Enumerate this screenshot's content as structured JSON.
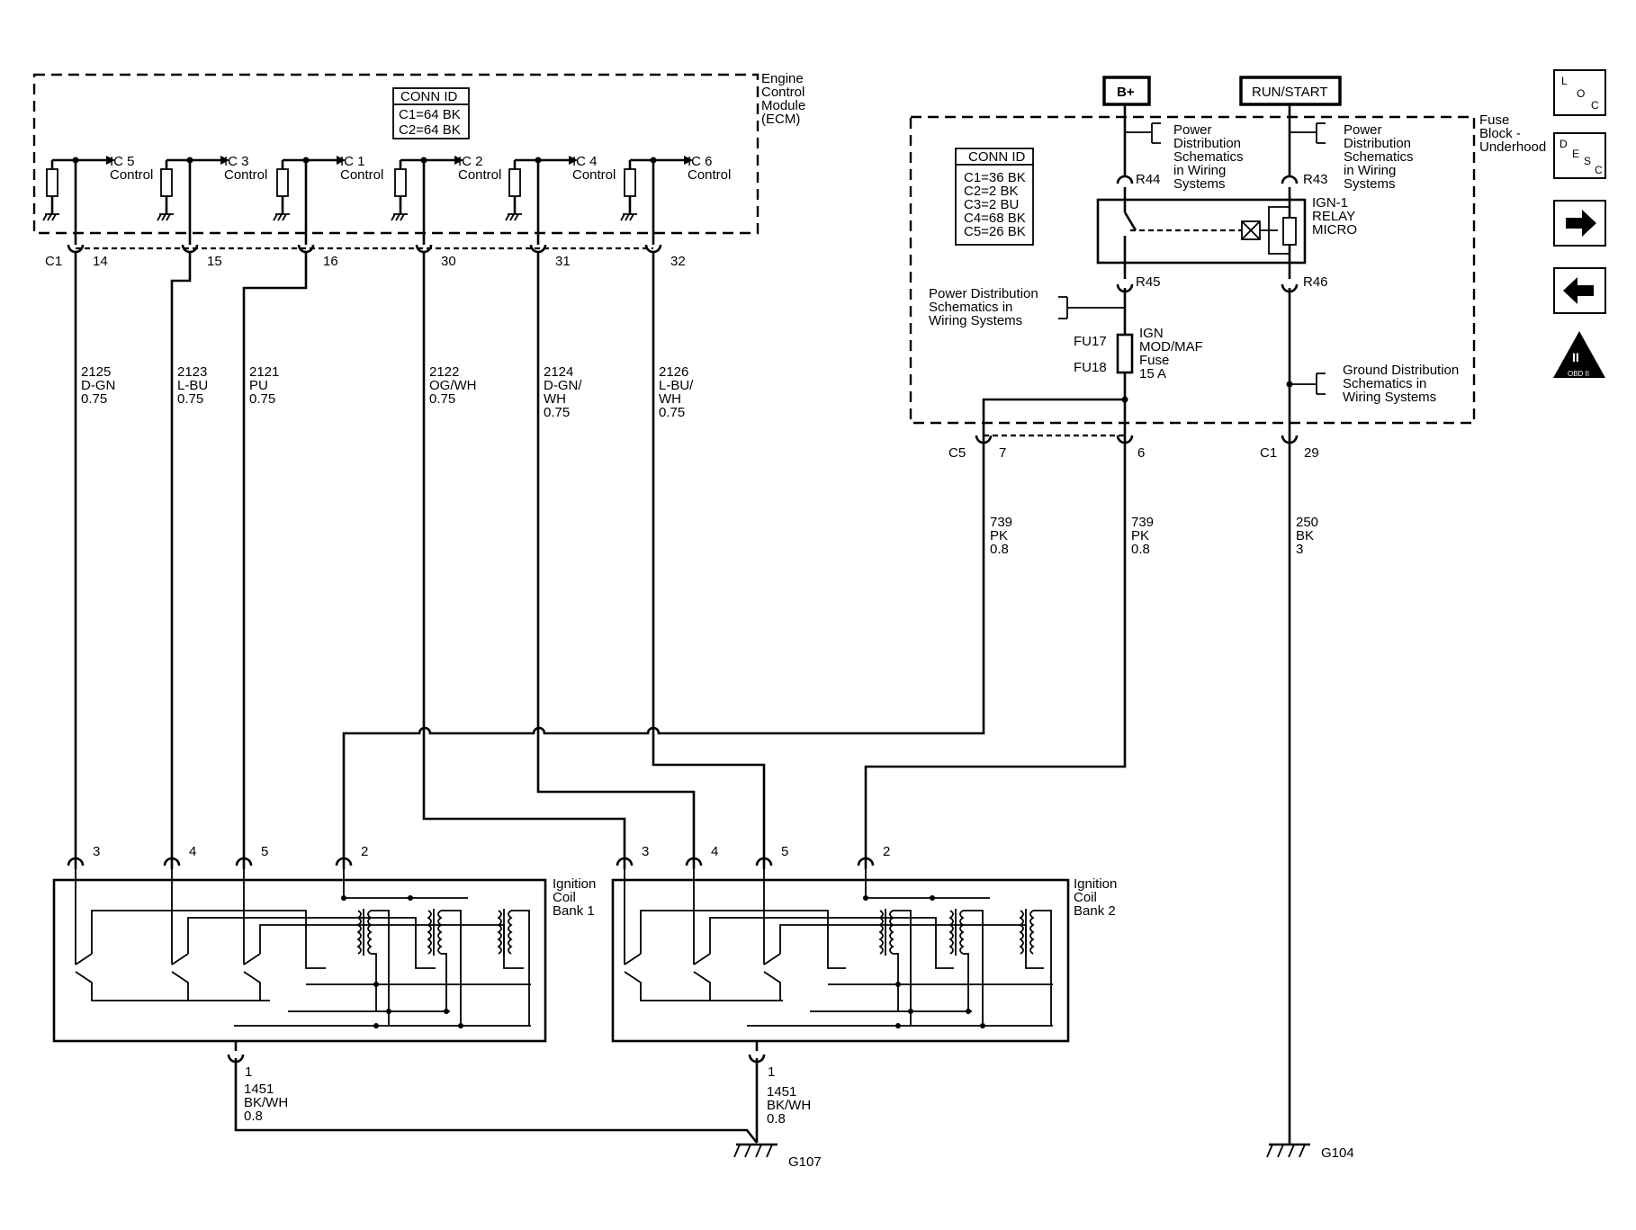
{
  "ecm": {
    "title_lines": [
      "Engine",
      "Control",
      "Module",
      "(ECM)"
    ],
    "conn_id_title": "CONN ID",
    "conn_id_lines": [
      "C1=64 BK",
      "C2=64 BK"
    ],
    "connector": "C1",
    "outputs": [
      {
        "name": "IC 5",
        "sub": "Control",
        "pin": "14",
        "circuit": "2125",
        "color": "D-GN",
        "size": "0.75"
      },
      {
        "name": "IC 3",
        "sub": "Control",
        "pin": "15",
        "circuit": "2123",
        "color": "L-BU",
        "size": "0.75"
      },
      {
        "name": "IC 1",
        "sub": "Control",
        "pin": "16",
        "circuit": "2121",
        "color": "PU",
        "size": "0.75"
      },
      {
        "name": "IC 2",
        "sub": "Control",
        "pin": "30",
        "circuit": "2122",
        "color": "OG/WH",
        "size": "0.75"
      },
      {
        "name": "IC 4",
        "sub": "Control",
        "pin": "31",
        "circuit": "2124",
        "color": "D-GN/",
        "color2": "WH",
        "size": "0.75"
      },
      {
        "name": "IC 6",
        "sub": "Control",
        "pin": "32",
        "circuit": "2126",
        "color": "L-BU/",
        "color2": "WH",
        "size": "0.75"
      }
    ]
  },
  "fuse_block": {
    "title_lines": [
      "Fuse",
      "Block -",
      "Underhood"
    ],
    "conn_id_title": "CONN ID",
    "conn_id_lines": [
      "C1=36 BK",
      "C2=2 BK",
      "C3=2 BU",
      "C4=68 BK",
      "C5=26 BK"
    ],
    "b_plus": "B+",
    "run_start": "RUN/START",
    "power_dist_lines": [
      "Power",
      "Distribution",
      "Schematics",
      "in Wiring",
      "Systems"
    ],
    "power_dist2_lines": [
      "Power Distribution",
      "Schematics in",
      "Wiring Systems"
    ],
    "ground_dist_lines": [
      "Ground Distribution",
      "Schematics in",
      "Wiring Systems"
    ],
    "r44": "R44",
    "r43": "R43",
    "r45": "R45",
    "r46": "R46",
    "relay_lines": [
      "IGN-1",
      "RELAY",
      "MICRO"
    ],
    "fu17": "FU17",
    "fu18": "FU18",
    "fuse_lines": [
      "IGN",
      "MOD/MAF",
      "Fuse",
      "15 A"
    ],
    "c5": "C5",
    "c5_pin": "7",
    "pin6": "6",
    "c1": "C1",
    "c1_pin": "29"
  },
  "wires": {
    "w739a": [
      "739",
      "PK",
      "0.8"
    ],
    "w739b": [
      "739",
      "PK",
      "0.8"
    ],
    "w250": [
      "250",
      "BK",
      "3"
    ],
    "w1451a": [
      "1451",
      "BK/WH",
      "0.8"
    ],
    "w1451b": [
      "1451",
      "BK/WH",
      "0.8"
    ]
  },
  "coil1": {
    "title_lines": [
      "Ignition",
      "Coil",
      "Bank 1"
    ],
    "pins": [
      "3",
      "4",
      "5",
      "2"
    ],
    "ground_pin": "1"
  },
  "coil2": {
    "title_lines": [
      "Ignition",
      "Coil",
      "Bank 2"
    ],
    "pins": [
      "3",
      "4",
      "5",
      "2"
    ],
    "ground_pin": "1"
  },
  "grounds": {
    "g107": "G107",
    "g104": "G104"
  },
  "nav": {
    "loc": [
      "L",
      "O",
      "C"
    ],
    "desc": [
      "D",
      "E",
      "S",
      "C"
    ],
    "obd": "OBD II",
    "obd_mark": "II",
    "forward_icon": "arrow-right",
    "back_icon": "arrow-left"
  }
}
